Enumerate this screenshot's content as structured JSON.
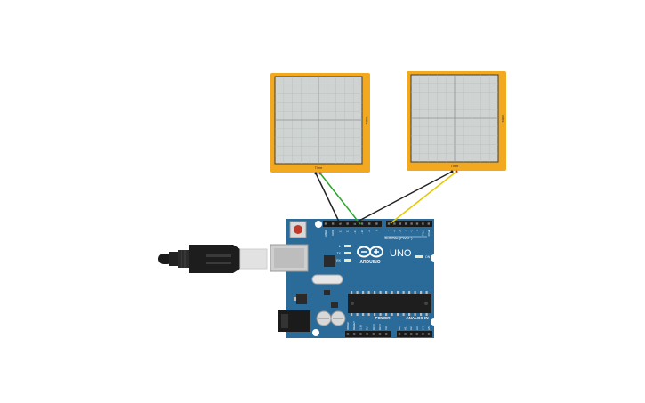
{
  "oscilloscopes": [
    {
      "id": "scope-1",
      "time_label": "Time",
      "volts_label": "Volts"
    },
    {
      "id": "scope-2",
      "time_label": "Time",
      "volts_label": "Volts"
    }
  ],
  "arduino": {
    "brand": "ARDUINO",
    "model": "UNO",
    "digital_header_label": "DIGITAL (PWM~)",
    "power_label": "POWER",
    "analog_label": "ANALOG IN",
    "on_label": "ON",
    "led_labels": [
      "L",
      "TX",
      "RX"
    ],
    "left_pin_labels": [
      "AREF",
      "GND",
      "13",
      "12",
      "~11",
      "~10",
      "~9",
      "8"
    ],
    "right_pin_labels": [
      "7",
      "~6",
      "~5",
      "4",
      "~3",
      "2",
      "TX▸1",
      "RX◂0"
    ],
    "power_pin_labels": [
      "IOREF",
      "RESET",
      "3.3V",
      "5V",
      "GND",
      "GND",
      "Vin"
    ],
    "analog_pin_labels": [
      "A0",
      "A1",
      "A2",
      "A3",
      "A4",
      "A5"
    ]
  },
  "wires": {
    "scope1_gnd_color": "#222222",
    "scope1_signal_color": "#2aa52a",
    "scope2_gnd_color": "#222222",
    "scope2_signal_color": "#e6c800"
  },
  "colors": {
    "scope_frame": "#f2a91f",
    "scope_screen": "#cfd4d2",
    "board": "#2a6b9a",
    "board_dark": "#1f557d"
  }
}
